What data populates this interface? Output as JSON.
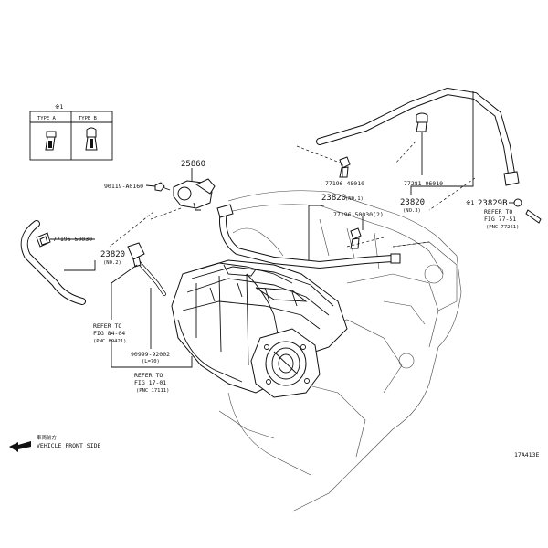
{
  "legend": {
    "marker": "※1",
    "type_a": "TYPE A",
    "type_b": "TYPE B"
  },
  "labels": {
    "p25860": "25860",
    "p90119": "90119-A0160",
    "p77196_a": "77196-50030",
    "p23820_left": "23820",
    "p23820_left_sub": "(NO.2)",
    "p77196_b": "77196-48010",
    "p77281": "77281-06010",
    "p23820_mid": "23820",
    "p23820_mid_sub": "(NO.1)",
    "p77196_c": "77196-50030(2)",
    "p23820_right": "23820",
    "p23820_right_sub": "(NO.3)",
    "p23829_mark": "※1",
    "p23829": "23829B",
    "ref_77_1": "REFER TO",
    "ref_77_2": "FIG 77-51",
    "ref_77_3": "(PNC 77261)",
    "ref_84_1": "REFER TO",
    "ref_84_2": "FIG 84-04",
    "ref_84_3": "(PNC 89421)",
    "p90999": "90999-92002",
    "p90999_sub": "(L=70)",
    "ref_17_1": "REFER TO",
    "ref_17_2": "FIG 17-01",
    "ref_17_3": "(PNC 17111)",
    "front_jp": "車両前方",
    "front_en": "VEHICLE FRONT SIDE",
    "fig_code": "17A413E"
  }
}
